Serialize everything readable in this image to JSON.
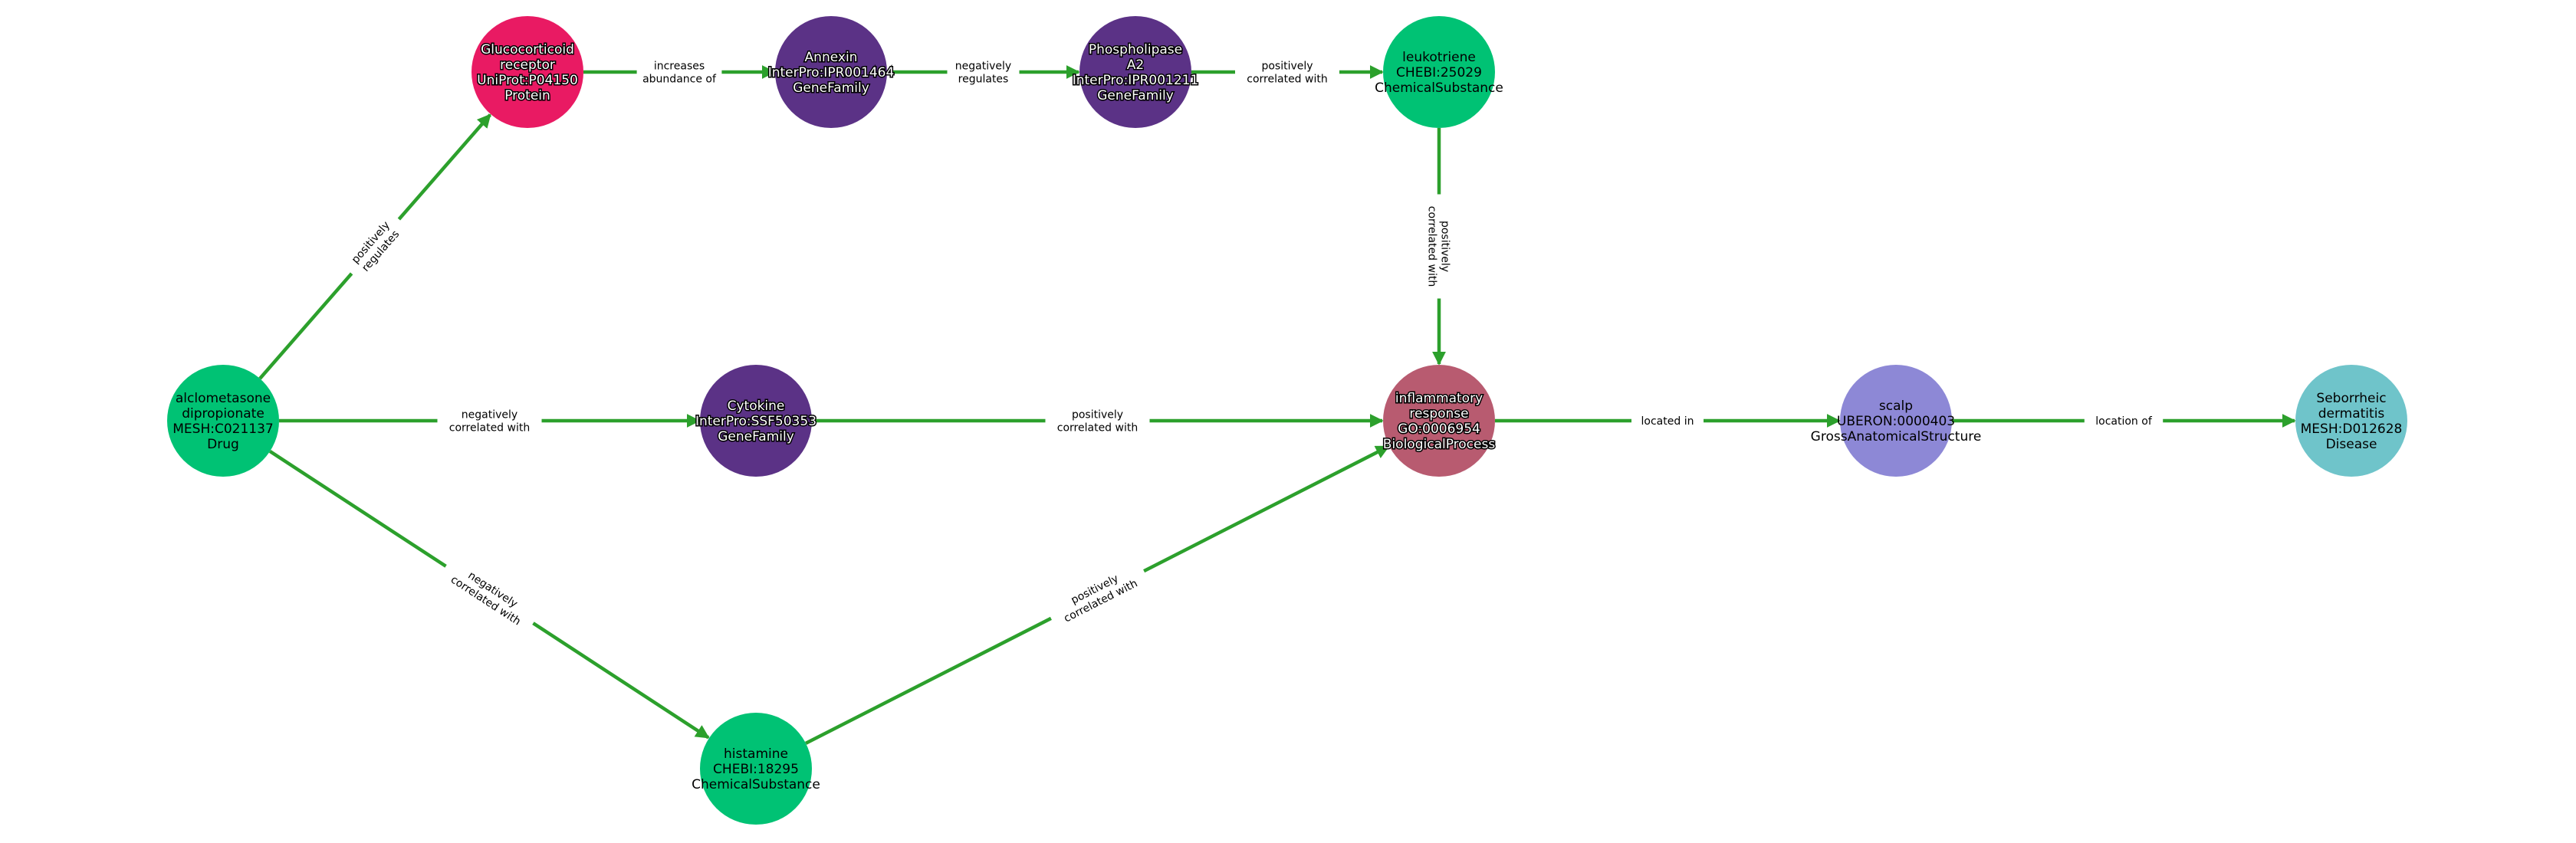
{
  "colors": {
    "edge": "#2ca02c",
    "drug": "#00c274",
    "chemical": "#00c274",
    "protein": "#e91a63",
    "gene_family": "#5b3286",
    "biological_process": "#b85b70",
    "anatomy": "#8d88d6",
    "disease": "#6fc4ca"
  },
  "nodes": [
    {
      "id": "alclometasone",
      "type": "drug",
      "lines": [
        "alclometasone",
        "dipropionate",
        "MESH:C021137",
        "Drug"
      ]
    },
    {
      "id": "glucocorticoid",
      "type": "protein",
      "lines": [
        "Glucocorticoid",
        "receptor",
        "UniProt:P04150",
        "Protein"
      ]
    },
    {
      "id": "annexin",
      "type": "gene_family",
      "lines": [
        "Annexin",
        "InterPro:IPR001464",
        "GeneFamily"
      ]
    },
    {
      "id": "phospholipase",
      "type": "gene_family",
      "lines": [
        "Phospholipase",
        "A2",
        "InterPro:IPR001211",
        "GeneFamily"
      ]
    },
    {
      "id": "leukotriene",
      "type": "chemical",
      "lines": [
        "leukotriene",
        "CHEBI:25029",
        "ChemicalSubstance"
      ]
    },
    {
      "id": "cytokine",
      "type": "gene_family",
      "lines": [
        "Cytokine",
        "InterPro:SSF50353",
        "GeneFamily"
      ]
    },
    {
      "id": "inflammatory",
      "type": "biological_process",
      "lines": [
        "inflammatory",
        "response",
        "GO:0006954",
        "BiologicalProcess"
      ]
    },
    {
      "id": "scalp",
      "type": "anatomy",
      "lines": [
        "scalp",
        "UBERON:0000403",
        "GrossAnatomicalStructure"
      ]
    },
    {
      "id": "seborrheic",
      "type": "disease",
      "lines": [
        "Seborrheic",
        "dermatitis",
        "MESH:D012628",
        "Disease"
      ]
    },
    {
      "id": "histamine",
      "type": "chemical",
      "lines": [
        "histamine",
        "CHEBI:18295",
        "ChemicalSubstance"
      ]
    }
  ],
  "edges": [
    {
      "from": "alclometasone",
      "to": "glucocorticoid",
      "label": [
        "positively",
        "regulates"
      ]
    },
    {
      "from": "glucocorticoid",
      "to": "annexin",
      "label": [
        "increases",
        "abundance of"
      ]
    },
    {
      "from": "annexin",
      "to": "phospholipase",
      "label": [
        "negatively",
        "regulates"
      ]
    },
    {
      "from": "phospholipase",
      "to": "leukotriene",
      "label": [
        "positively",
        "correlated with"
      ]
    },
    {
      "from": "leukotriene",
      "to": "inflammatory",
      "label": [
        "positively",
        "correlated with"
      ]
    },
    {
      "from": "alclometasone",
      "to": "cytokine",
      "label": [
        "negatively",
        "correlated with"
      ]
    },
    {
      "from": "cytokine",
      "to": "inflammatory",
      "label": [
        "positively",
        "correlated with"
      ]
    },
    {
      "from": "alclometasone",
      "to": "histamine",
      "label": [
        "negatively",
        "correlated with"
      ]
    },
    {
      "from": "histamine",
      "to": "inflammatory",
      "label": [
        "positively",
        "correlated with"
      ]
    },
    {
      "from": "inflammatory",
      "to": "scalp",
      "label": [
        "located in"
      ]
    },
    {
      "from": "scalp",
      "to": "seborrheic",
      "label": [
        "location of"
      ]
    }
  ]
}
